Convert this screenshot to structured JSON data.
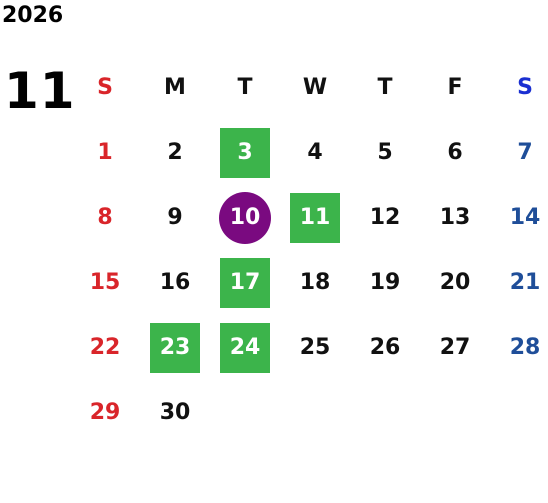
{
  "year": "2026",
  "month": "11",
  "weekdays": [
    "S",
    "M",
    "T",
    "W",
    "T",
    "F",
    "S"
  ],
  "days": [
    [
      "1",
      "2",
      "3",
      "4",
      "5",
      "6",
      "7"
    ],
    [
      "8",
      "9",
      "10",
      "11",
      "12",
      "13",
      "14"
    ],
    [
      "15",
      "16",
      "17",
      "18",
      "19",
      "20",
      "21"
    ],
    [
      "22",
      "23",
      "24",
      "25",
      "26",
      "27",
      "28"
    ],
    [
      "29",
      "30",
      "",
      "",
      "",
      "",
      ""
    ]
  ],
  "highlighted_green": [
    "3",
    "11",
    "17",
    "23",
    "24"
  ],
  "highlighted_today": "10",
  "colors": {
    "sunday": "#d9252a",
    "saturday": "#1f4e99",
    "green_mark": "#3cb44b",
    "today_mark": "#7a0a80"
  }
}
